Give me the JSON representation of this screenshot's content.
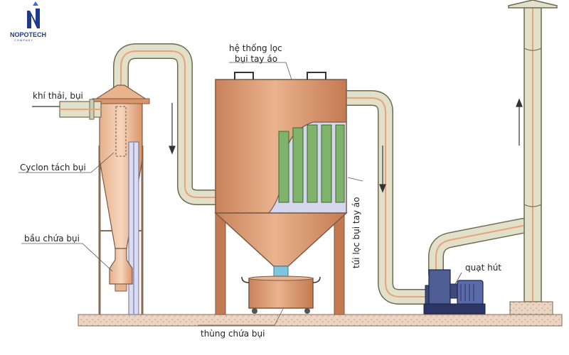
{
  "logo": {
    "name": "NOPOTECH",
    "sub": "COMPANY"
  },
  "labels": {
    "exhaust": "khí thải, bụi",
    "cyclone": "Cyclon tách bụi",
    "dust_bulb": "bầu chứa bụi",
    "bag_filter_system_line1": "hệ thống lọc",
    "bag_filter_system_line2": "bụi tay áo",
    "filter_bag": "túi lọc bụi tay áo",
    "fan": "quạt hút",
    "dust_bin": "thùng chứa bụi"
  },
  "colors": {
    "vessel": "#d9956a",
    "vessel_light": "#f0c6a4",
    "pipe": "#e2e0c8",
    "pipe_stripe": "#e8a37c",
    "bag": "#7fb26a",
    "ground": "#ecd6c3",
    "logo": "#1f3a8a"
  }
}
